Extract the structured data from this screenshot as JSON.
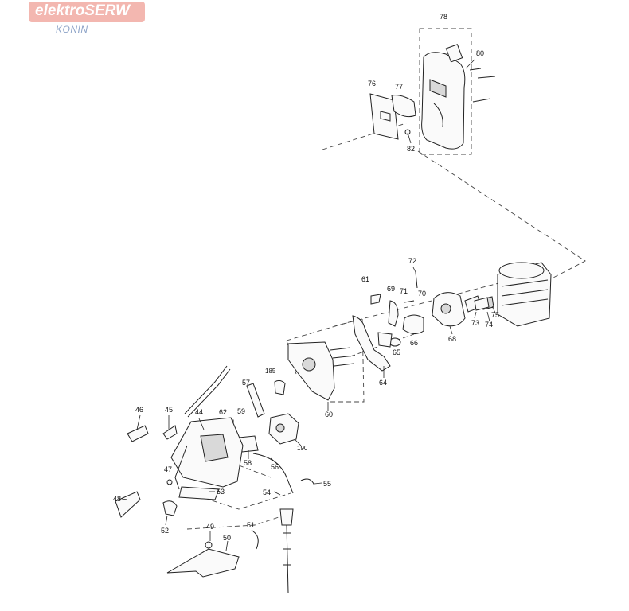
{
  "logo": {
    "brand": "elektroSERW",
    "city": "KONIN"
  },
  "callouts": [
    "78",
    "80",
    "76",
    "77",
    "82",
    "72",
    "61",
    "69",
    "71",
    "70",
    "73",
    "74",
    "75",
    "68",
    "66",
    "65",
    "64",
    "185",
    "60",
    "57",
    "59",
    "62",
    "44",
    "46",
    "45",
    "190",
    "58",
    "56",
    "47",
    "53",
    "55",
    "54",
    "48",
    "52",
    "49",
    "50",
    "51"
  ]
}
